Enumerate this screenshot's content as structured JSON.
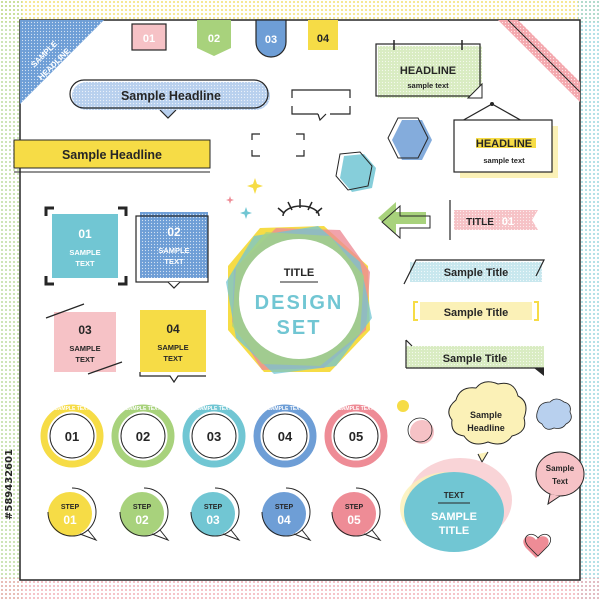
{
  "colors": {
    "yellow": "#f6dc46",
    "green": "#a8d27c",
    "blue": "#6e9ed6",
    "cyan": "#71c6d3",
    "pink": "#ee8c96",
    "pink_light": "#f6c2c6",
    "blue_light": "#b8d0ee",
    "cyan_light": "#c8e7ee",
    "green_light": "#d9ecc2",
    "yellow_light": "#fbf1b7",
    "ink": "#262626"
  },
  "corner": {
    "sample": "SAMPLE",
    "headline": "HEADLINE"
  },
  "tabs": [
    "01",
    "02",
    "03",
    "04"
  ],
  "headlines": {
    "pill": "Sample Headline",
    "bar": "Sample Headline"
  },
  "note_tape": {
    "headline": "HEADLINE",
    "sub": "sample text"
  },
  "note_hang": {
    "headline": "HEADLINE",
    "sub": "sample text"
  },
  "title_ribbon": {
    "label": "TITLE",
    "num": "01"
  },
  "squares": [
    {
      "num": "01",
      "l1": "SAMPLE",
      "l2": "TEXT"
    },
    {
      "num": "02",
      "l1": "SAMPLE",
      "l2": "TEXT"
    },
    {
      "num": "03",
      "l1": "SAMPLE",
      "l2": "TEXT"
    },
    {
      "num": "04",
      "l1": "SAMPLE",
      "l2": "TEXT"
    }
  ],
  "center": {
    "title": "TITLE",
    "line1": "DESIGN",
    "line2": "SET"
  },
  "sample_titles": [
    "Sample Title",
    "Sample Title",
    "Sample Title"
  ],
  "rings": [
    {
      "top": "SAMPLE TEXT",
      "num": "01"
    },
    {
      "top": "SAMPLE TEXT",
      "num": "02"
    },
    {
      "top": "SAMPLE TEXT",
      "num": "03"
    },
    {
      "top": "SAMPLE TEXT",
      "num": "04"
    },
    {
      "top": "SAMPLE TEXT",
      "num": "05"
    }
  ],
  "steps": [
    {
      "label": "STEP",
      "num": "01"
    },
    {
      "label": "STEP",
      "num": "02"
    },
    {
      "label": "STEP",
      "num": "03"
    },
    {
      "label": "STEP",
      "num": "04"
    },
    {
      "label": "STEP",
      "num": "05"
    }
  ],
  "bubble_headline": {
    "l1": "Sample",
    "l2": "Headline"
  },
  "bubble_text": {
    "l1": "Sample",
    "l2": "Text"
  },
  "blob": {
    "small": "TEXT",
    "l1": "SAMPLE",
    "l2": "TITLE"
  },
  "stock_id": "#589432601"
}
